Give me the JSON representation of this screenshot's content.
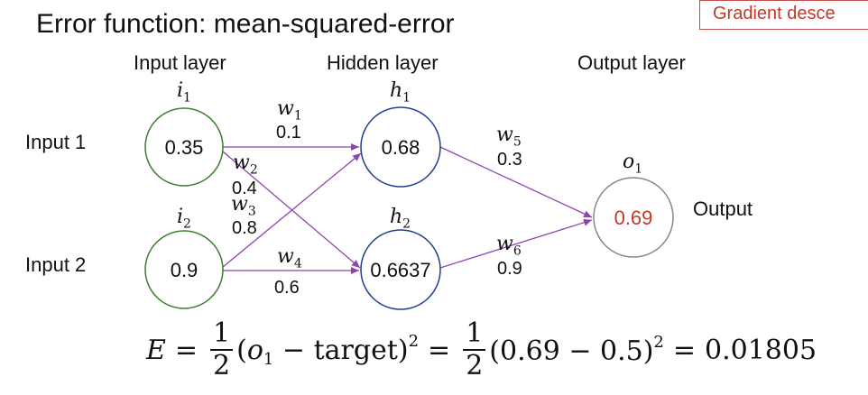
{
  "title": "Error function: mean-squared-error",
  "badge": "Gradient desce",
  "layers": {
    "input": "Input layer",
    "hidden": "Hidden layer",
    "output": "Output layer"
  },
  "side_labels": {
    "input1": "Input 1",
    "input2": "Input 2",
    "output": "Output"
  },
  "nodes": {
    "i1": {
      "sym": "i",
      "sub": "1",
      "value": "0.35"
    },
    "i2": {
      "sym": "i",
      "sub": "2",
      "value": "0.9"
    },
    "h1": {
      "sym": "h",
      "sub": "1",
      "value": "0.68"
    },
    "h2": {
      "sym": "h",
      "sub": "2",
      "value": "0.6637"
    },
    "o1": {
      "sym": "o",
      "sub": "1",
      "value": "0.69"
    }
  },
  "weights": {
    "w1": {
      "sym": "w",
      "sub": "1",
      "value": "0.1"
    },
    "w2": {
      "sym": "w",
      "sub": "2",
      "value": "0.4"
    },
    "w3": {
      "sym": "w",
      "sub": "3",
      "value": "0.8"
    },
    "w4": {
      "sym": "w",
      "sub": "4",
      "value": "0.6"
    },
    "w5": {
      "sym": "w",
      "sub": "5",
      "value": "0.3"
    },
    "w6": {
      "sym": "w",
      "sub": "6",
      "value": "0.9"
    }
  },
  "formula": {
    "lhs": "E",
    "eq": "=",
    "frac_num": "1",
    "frac_den": "2",
    "term1_open": "(",
    "term1_var": "o",
    "term1_sub": "1",
    "term1_rest": " − target)",
    "exp": "2",
    "term2": "(0.69 − 0.5)",
    "result": "0.01805"
  },
  "colors": {
    "input_circle": "#3a7d2c",
    "hidden_circle": "#1f3f8f",
    "output_circle": "#888888",
    "output_value": "#c0392b",
    "arrow": "#8e44ad",
    "badge": "#c0392b"
  }
}
